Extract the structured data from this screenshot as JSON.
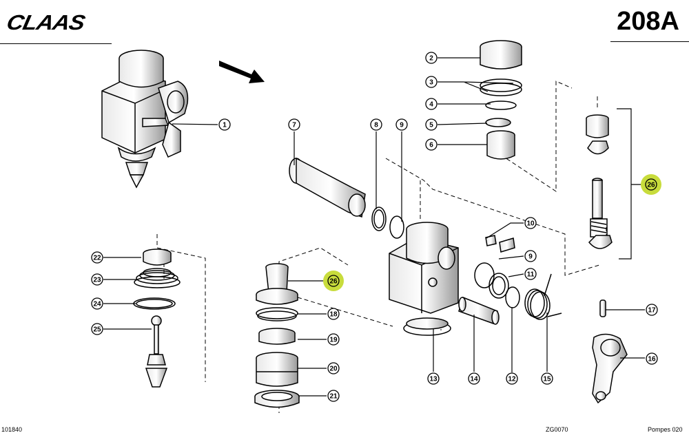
{
  "header": {
    "brand": "CLAAS",
    "page_code": "208A"
  },
  "callouts": [
    {
      "id": "c1",
      "label": "1"
    },
    {
      "id": "c2",
      "label": "2"
    },
    {
      "id": "c3",
      "label": "3"
    },
    {
      "id": "c4",
      "label": "4"
    },
    {
      "id": "c5",
      "label": "5"
    },
    {
      "id": "c6",
      "label": "6"
    },
    {
      "id": "c7",
      "label": "7"
    },
    {
      "id": "c8",
      "label": "8"
    },
    {
      "id": "c9a",
      "label": "9"
    },
    {
      "id": "c9b",
      "label": "9"
    },
    {
      "id": "c10",
      "label": "10"
    },
    {
      "id": "c11",
      "label": "11"
    },
    {
      "id": "c12",
      "label": "12"
    },
    {
      "id": "c13",
      "label": "13"
    },
    {
      "id": "c14",
      "label": "14"
    },
    {
      "id": "c15",
      "label": "15"
    },
    {
      "id": "c16",
      "label": "16"
    },
    {
      "id": "c17",
      "label": "17"
    },
    {
      "id": "c18",
      "label": "18"
    },
    {
      "id": "c19",
      "label": "19"
    },
    {
      "id": "c20",
      "label": "20"
    },
    {
      "id": "c21",
      "label": "21"
    },
    {
      "id": "c22",
      "label": "22"
    },
    {
      "id": "c23",
      "label": "23"
    },
    {
      "id": "c24",
      "label": "24"
    },
    {
      "id": "c25",
      "label": "25"
    },
    {
      "id": "c26a",
      "label": "26"
    },
    {
      "id": "c26b",
      "label": "26"
    }
  ],
  "highlight_color": "#c8dc3c",
  "footer": {
    "left": "101840",
    "mid": "ZG0070",
    "right": "Pompes 020"
  }
}
